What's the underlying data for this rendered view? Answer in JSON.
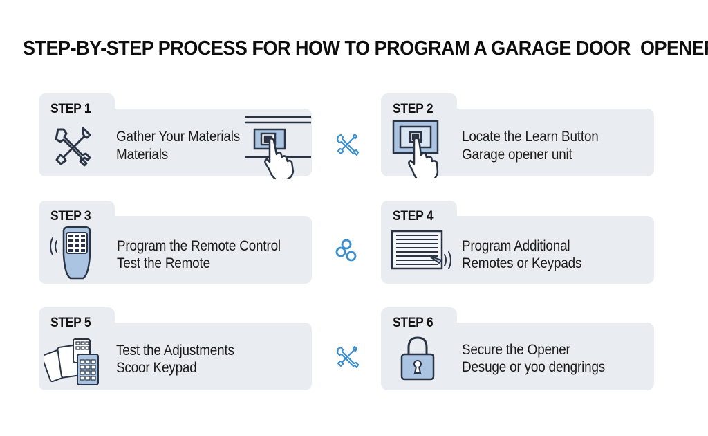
{
  "title": "STEP-BY-STEP PROCESS FOR HOW TO PROGRAM A GARAGE DOOR  OPENER",
  "steps": [
    {
      "label": "STEP 1",
      "line1": "Gather Your Materials",
      "line2": "Materials",
      "icon": "tools-icon",
      "extra_icon": "button-press-icon"
    },
    {
      "label": "STEP 2",
      "line1": "Locate the Learn Button",
      "line2": "Garage opener unit",
      "icon": "button-press-icon"
    },
    {
      "label": "STEP 3",
      "line1": "Program the Remote Control",
      "line2": "Test the Remote",
      "icon": "remote-control-icon"
    },
    {
      "label": "STEP 4",
      "line1": "Program Additional",
      "line2": "Remotes or Keypads",
      "icon": "garage-door-icon"
    },
    {
      "label": "STEP 5",
      "line1": "Test the Adjustments",
      "line2": "Scoor Keypad",
      "icon": "keypads-icon"
    },
    {
      "label": "STEP 6",
      "line1": "Secure the Opener",
      "line2": "Desuge or yoo dengrings",
      "icon": "padlock-icon"
    }
  ],
  "connectors": [
    "tools-icon",
    "link-icon",
    "tools-icon"
  ],
  "colors": {
    "card": "#e9ecf1",
    "accent": "#3a8ed0",
    "icon_stroke": "#2a3444",
    "icon_fill": "#aac4e2"
  }
}
